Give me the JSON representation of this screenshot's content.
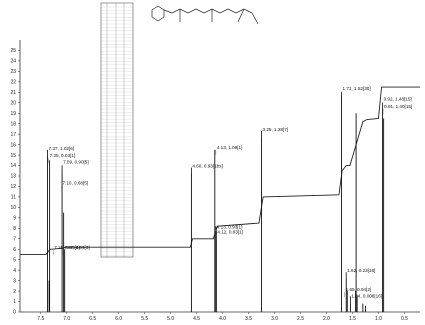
{
  "chart_data": {
    "type": "line",
    "title": "",
    "xlabel": "",
    "ylabel": "",
    "xlim": [
      7.9,
      0.2
    ],
    "ylim": [
      0,
      26
    ],
    "x_ticks": [
      "7.5",
      "7.0",
      "6.5",
      "6.0",
      "5.5",
      "5.0",
      "4.5",
      "4.0",
      "3.5",
      "3.0",
      "2.5",
      "2.0",
      "1.5",
      "1.0",
      "0.5"
    ],
    "y_ticks": [
      "0",
      "1",
      "2",
      "3",
      "4",
      "5",
      "6",
      "7",
      "8",
      "9",
      "10",
      "11",
      "12",
      "13",
      "14",
      "15",
      "16",
      "17",
      "18",
      "19",
      "20",
      "21",
      "22",
      "23",
      "24",
      "25"
    ],
    "peaks": [
      {
        "x": 7.37,
        "y": 15.5
      },
      {
        "x": 7.34,
        "y": 3.0
      },
      {
        "x": 7.33,
        "y": 14.5
      },
      {
        "x": 7.09,
        "y": 14.0
      },
      {
        "x": 7.06,
        "y": 9.5
      },
      {
        "x": 7.04,
        "y": 6.0
      },
      {
        "x": 4.6,
        "y": 13.8
      },
      {
        "x": 4.15,
        "y": 15.5
      },
      {
        "x": 4.13,
        "y": 8.2
      },
      {
        "x": 4.12,
        "y": 7.8
      },
      {
        "x": 3.25,
        "y": 17.3
      },
      {
        "x": 1.71,
        "y": 21.0
      },
      {
        "x": 1.62,
        "y": 3.8
      },
      {
        "x": 1.6,
        "y": 2.0
      },
      {
        "x": 1.54,
        "y": 1.5
      },
      {
        "x": 1.44,
        "y": 2.0
      },
      {
        "x": 1.43,
        "y": 19.0
      },
      {
        "x": 1.41,
        "y": 1.6
      },
      {
        "x": 1.3,
        "y": 0.8
      },
      {
        "x": 1.25,
        "y": 0.6
      },
      {
        "x": 0.92,
        "y": 20.0
      },
      {
        "x": 0.9,
        "y": 18.5
      }
    ],
    "integral": [
      [
        7.9,
        5.5
      ],
      [
        7.4,
        5.5
      ],
      [
        7.32,
        6.0
      ],
      [
        7.28,
        6.0
      ],
      [
        7.08,
        6.1
      ],
      [
        7.02,
        6.2
      ],
      [
        4.62,
        6.2
      ],
      [
        4.58,
        7.0
      ],
      [
        4.18,
        7.0
      ],
      [
        4.1,
        8.2
      ],
      [
        3.3,
        8.5
      ],
      [
        3.22,
        11.0
      ],
      [
        1.76,
        11.2
      ],
      [
        1.7,
        13.5
      ],
      [
        1.62,
        14.0
      ],
      [
        1.55,
        14.0
      ],
      [
        1.46,
        15.5
      ],
      [
        1.4,
        16.5
      ],
      [
        1.3,
        18.2
      ],
      [
        1.22,
        18.4
      ],
      [
        1.0,
        18.5
      ],
      [
        0.94,
        21.5
      ],
      [
        0.2,
        21.5
      ]
    ],
    "annotations": [
      {
        "text": "7.37, 1.02[6]",
        "x": 7.37,
        "y": 15.5
      },
      {
        "text": "7.35, 0.03[1]",
        "x": 7.35,
        "y": 14.8
      },
      {
        "text": "7.09, 0.90[5]",
        "x": 7.09,
        "y": 14.2
      },
      {
        "text": "7.10, 0.68[5]",
        "x": 7.1,
        "y": 12.2
      },
      {
        "text": "7.26, 0.03[4]",
        "x": 7.26,
        "y": 6.0
      },
      {
        "text": "7.07, 0.09[3]",
        "x": 7.07,
        "y": 6.0
      },
      {
        "text": "4.60, 0.93[1bs]",
        "x": 4.6,
        "y": 13.8
      },
      {
        "text": "4.13, 1.08[1]",
        "x": 4.13,
        "y": 15.6
      },
      {
        "text": "4.13, 0.93[1]",
        "x": 4.13,
        "y": 8.0
      },
      {
        "text": "4.12, 0.83[1]",
        "x": 4.12,
        "y": 7.5
      },
      {
        "text": "3.25, 1.28[7]",
        "x": 3.25,
        "y": 17.3
      },
      {
        "text": "1.71, 1.52[30]",
        "x": 1.71,
        "y": 21.2
      },
      {
        "text": "0.92, 1.48[15]",
        "x": 0.92,
        "y": 20.2
      },
      {
        "text": "0.91, 1.40[15]",
        "x": 0.91,
        "y": 19.5
      },
      {
        "text": "1.62, 0.23[18]",
        "x": 1.62,
        "y": 3.8
      },
      {
        "text": "1.65, 0.94[2]",
        "x": 1.65,
        "y": 2.0
      },
      {
        "text": "1.54, 0.008[16]",
        "x": 1.54,
        "y": 1.4
      }
    ],
    "grid": false
  }
}
